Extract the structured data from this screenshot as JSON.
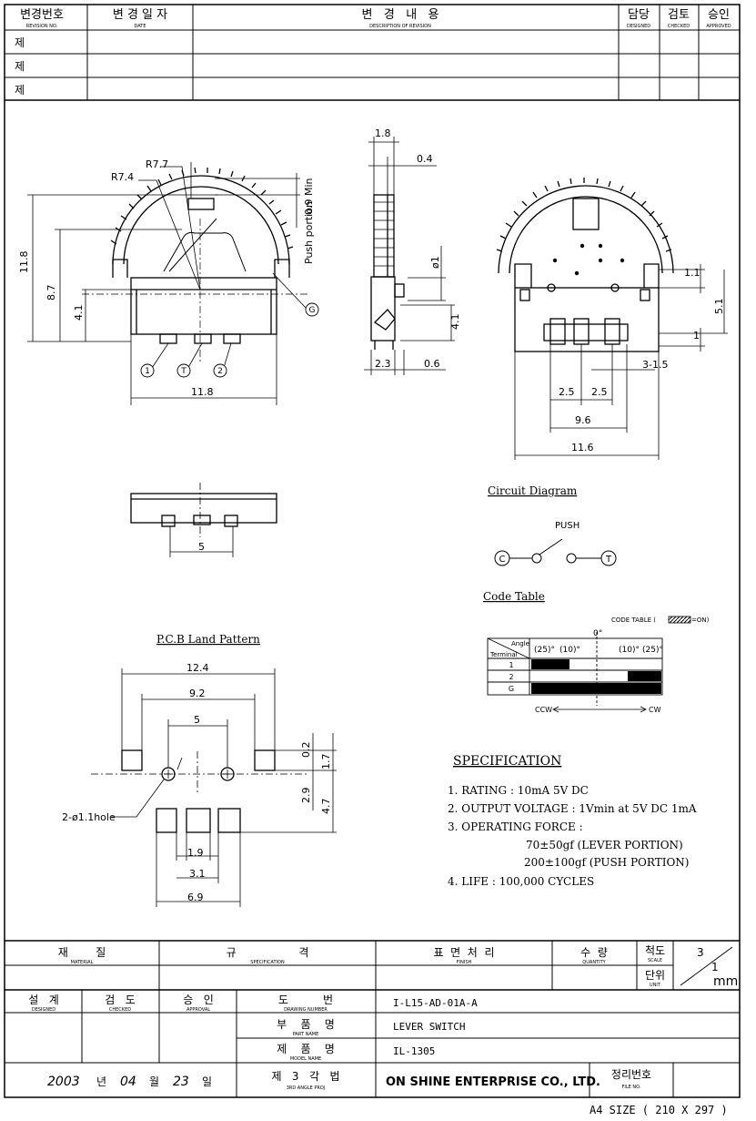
{
  "revision_header": {
    "rev_no_kr": "변경번호",
    "rev_no_en": "REVISION NO.",
    "date_kr": "변 경 일 자",
    "date_en": "DATE",
    "desc_kr": "변   경   내   용",
    "desc_en": "DESCRIPTION OF REVISION",
    "designed_kr": "담당",
    "designed_en": "DESIGNED",
    "checked_kr": "검토",
    "checked_en": "CHECKED",
    "approved_kr": "승인",
    "approved_en": "APPROVED",
    "rows": [
      "제",
      "제",
      "제"
    ]
  },
  "dims": {
    "r77": "R7.7",
    "r74": "R7.4",
    "d118v": "11.8",
    "d87": "8.7",
    "d41a": "4.1",
    "d118h": "11.8",
    "min09": "0.9 Min",
    "push_portion": "Push portion",
    "d18": "1.8",
    "d04": "0.4",
    "phi1": "ø1",
    "d41b": "4.1",
    "d23": "2.3",
    "d06": "0.6",
    "d11": "1.1",
    "d51": "5.1",
    "d1": "1",
    "d15": "3-1.5",
    "d25a": "2.5",
    "d25b": "2.5",
    "d96": "9.6",
    "d116": "11.6",
    "d5": "5",
    "p124": "12.4",
    "p92": "9.2",
    "p5": "5",
    "p02": "0.2",
    "p17": "1.7",
    "p29": "2.9",
    "p47": "4.7",
    "p19": "1.9",
    "p31": "3.1",
    "p69": "6.9",
    "hole": "2-ø1.1hole",
    "term1": "1",
    "termT": "T",
    "term2": "2",
    "termG": "G",
    "termC": "C"
  },
  "circuit": {
    "title": "Circuit Diagram",
    "push": "PUSH"
  },
  "code_table": {
    "title": "Code Table",
    "legend": "CODE TABLE (",
    "legend_end": "=ON)",
    "zero": "0°",
    "angle": "Angle",
    "terminal": "Terminal",
    "cols": [
      "(25)°",
      "(10)°",
      "(10)°",
      "(25)°"
    ],
    "rows": [
      "1",
      "2",
      "G"
    ],
    "ccw": "CCW",
    "cw": "CW"
  },
  "pcb_title": "P.C.B Land Pattern",
  "spec": {
    "title": "SPECIFICATION",
    "lines": [
      "1. RATING : 10mA 5V DC",
      "2. OUTPUT VOLTAGE : 1Vmin at 5V DC 1mA",
      "3. OPERATING FORCE :",
      "70±50gf (LEVER PORTION)",
      "200±100gf (PUSH PORTION)",
      "4. LIFE : 100,000 CYCLES"
    ]
  },
  "title_block": {
    "material_kr": "재        질",
    "material_en": "MATERIAL",
    "spec_kr": "규                  격",
    "spec_en": "SPECIFICATION",
    "finish_kr": "표  면  처  리",
    "finish_en": "FINISH",
    "qty_kr": "수  량",
    "qty_en": "QUANTITY",
    "scale_kr": "척도",
    "scale_en": "SCALE",
    "scale_num": "3",
    "scale_den": "1",
    "unit_kr": "단위",
    "unit_en": "UNIT",
    "unit_val": "mm",
    "designed_kr": "설   계",
    "designed_en": "DESIGNED",
    "checked_kr": "검   도",
    "checked_en": "CHECKED",
    "approval_kr": "승   인",
    "approval_en": "APPROVAL",
    "drawno_kr": "도          번",
    "drawno_en": "DRAWING NUMBER",
    "drawno_val": "I-L15-AD-01A-A",
    "partname_kr": "부    품    명",
    "partname_en": "PART NAME",
    "partname_val": "LEVER SWITCH",
    "model_kr": "제    품    명",
    "model_en": "MODEL NAME",
    "model_val": "IL-1305",
    "angle_kr": "제   3   각   법",
    "angle_en": "3RD ANGLE PROJ",
    "date_year": "2003",
    "date_nyeon": "년",
    "date_month": "04",
    "date_wol": "월",
    "date_day": "23",
    "date_il": "일",
    "company": "ON SHINE ENTERPRISE CO., LTD.",
    "fileno_kr": "정리번호",
    "fileno_en": "FILE NO."
  },
  "paper_size": "A4 SIZE ( 210 X 297 )"
}
